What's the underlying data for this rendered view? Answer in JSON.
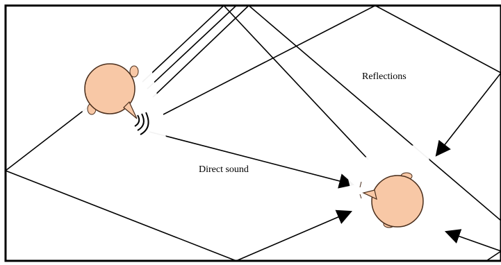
{
  "diagram": {
    "labels": {
      "reflections": "Reflections",
      "direct_sound": "Direct sound"
    },
    "colors": {
      "room_wall": "#000000",
      "ray": "#000000",
      "head_fill": "#F8C8A6",
      "head_stroke": "#4A2E1C",
      "background": "#FFFFFF"
    },
    "figures": [
      {
        "role": "speaker",
        "facing": "down-right",
        "emitting_sound": true
      },
      {
        "role": "listener",
        "facing": "left",
        "emitting_sound": false
      }
    ],
    "rays": [
      {
        "kind": "direct",
        "description": "speaker to listener"
      },
      {
        "kind": "reflection",
        "description": "via ceiling (left)"
      },
      {
        "kind": "reflection",
        "description": "via ceiling (right) and right wall"
      },
      {
        "kind": "reflection",
        "description": "via top-right corner"
      },
      {
        "kind": "reflection",
        "description": "via left wall and floor"
      },
      {
        "kind": "reflection",
        "description": "via right wall from below"
      }
    ]
  }
}
